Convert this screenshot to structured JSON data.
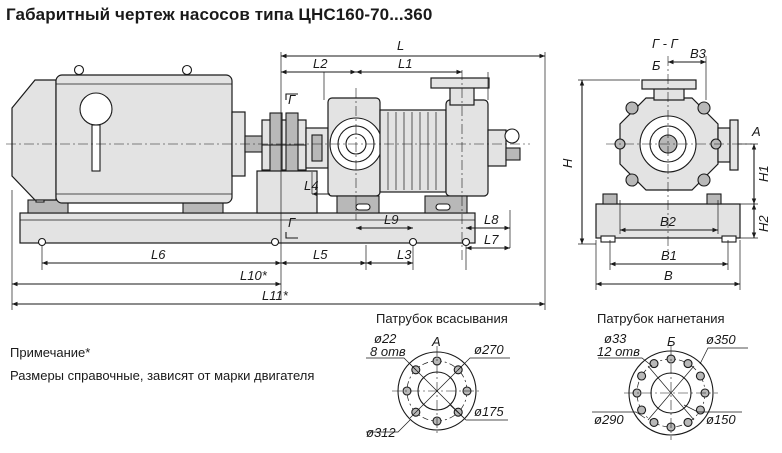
{
  "title": "Габаритный чертеж насосов типа ЦНС160-70...360",
  "notes": {
    "heading": "Примечание*",
    "text": "Размеры справочные, зависят от марки двигателя"
  },
  "side_view": {
    "dims": {
      "L": "L",
      "L1": "L1",
      "L2": "L2",
      "L3": "L3",
      "L4": "L4",
      "L5": "L5",
      "L6": "L6",
      "L7": "L7",
      "L8": "L8",
      "L9": "L9",
      "L10": "L10*",
      "L11": "L11*"
    },
    "section_mark_top": "Г",
    "section_mark_bottom": "Г"
  },
  "front_view": {
    "section_label": "Г - Г",
    "label_b": "Б",
    "label_a": "А",
    "dims": {
      "B": "B",
      "B1": "B1",
      "B2": "B2",
      "B3": "B3",
      "H": "H",
      "H1": "H1",
      "H2": "H2"
    }
  },
  "suction_flange": {
    "caption": "Патрубок всасывания",
    "view_letter": "А",
    "hole_dia": "ø22",
    "hole_count": "8 отв",
    "bolt_circle": "ø270",
    "inner_dia": "ø175",
    "outer_dia": "ø312"
  },
  "discharge_flange": {
    "caption": "Патрубок нагнетания",
    "view_letter": "Б",
    "hole_dia": "ø33",
    "hole_count": "12 отв",
    "outer_dia": "ø350",
    "bolt_circle": "ø290",
    "inner_dia": "ø150"
  }
}
